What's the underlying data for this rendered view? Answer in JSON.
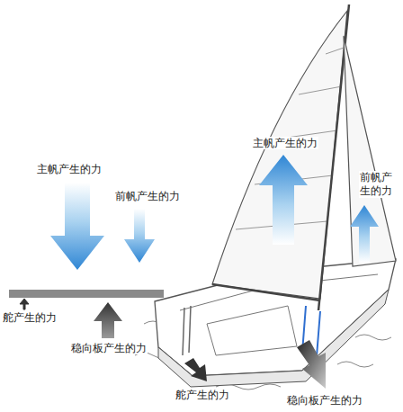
{
  "diagram": {
    "labels": [
      "主帆产生的力",
      "前帆产生的力",
      "舵产生的力",
      "稳向板产生的力",
      "主帆产生的力",
      "前帆产生的力",
      "舵产生的力",
      "稳向板产生的力"
    ]
  }
}
